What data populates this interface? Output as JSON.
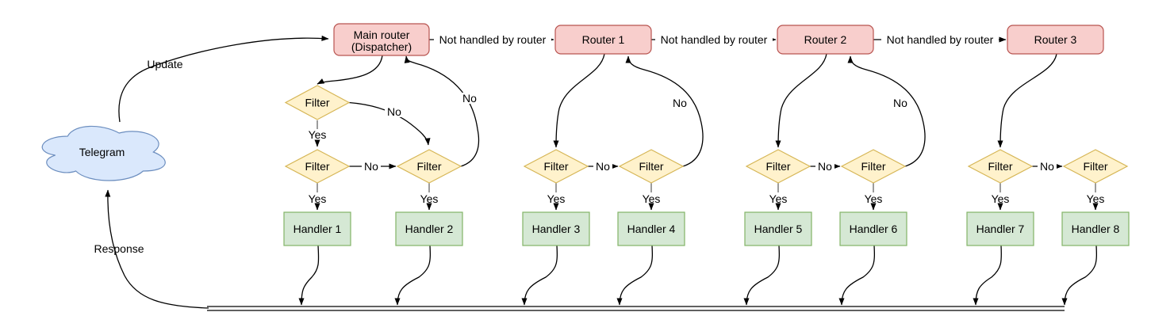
{
  "colors": {
    "router_fill": "#f8cecc",
    "router_stroke": "#b85450",
    "filter_fill": "#fff2cc",
    "filter_stroke": "#d6b656",
    "handler_fill": "#d5e8d4",
    "handler_stroke": "#82b366",
    "cloud_fill": "#dae8fc",
    "cloud_stroke": "#6c8ebf",
    "edge": "#000000"
  },
  "nodes": {
    "telegram": "Telegram",
    "dispatcher_line1": "Main router",
    "dispatcher_line2": "(Dispatcher)",
    "routers": [
      "Router 1",
      "Router 2",
      "Router 3"
    ],
    "filter": "Filter",
    "handlers": [
      "Handler 1",
      "Handler 2",
      "Handler 3",
      "Handler 4",
      "Handler 5",
      "Handler 6",
      "Handler 7",
      "Handler 8"
    ]
  },
  "edge_labels": {
    "update": "Update",
    "response": "Response",
    "not_handled": "Not handled by router",
    "yes": "Yes",
    "no": "No"
  }
}
